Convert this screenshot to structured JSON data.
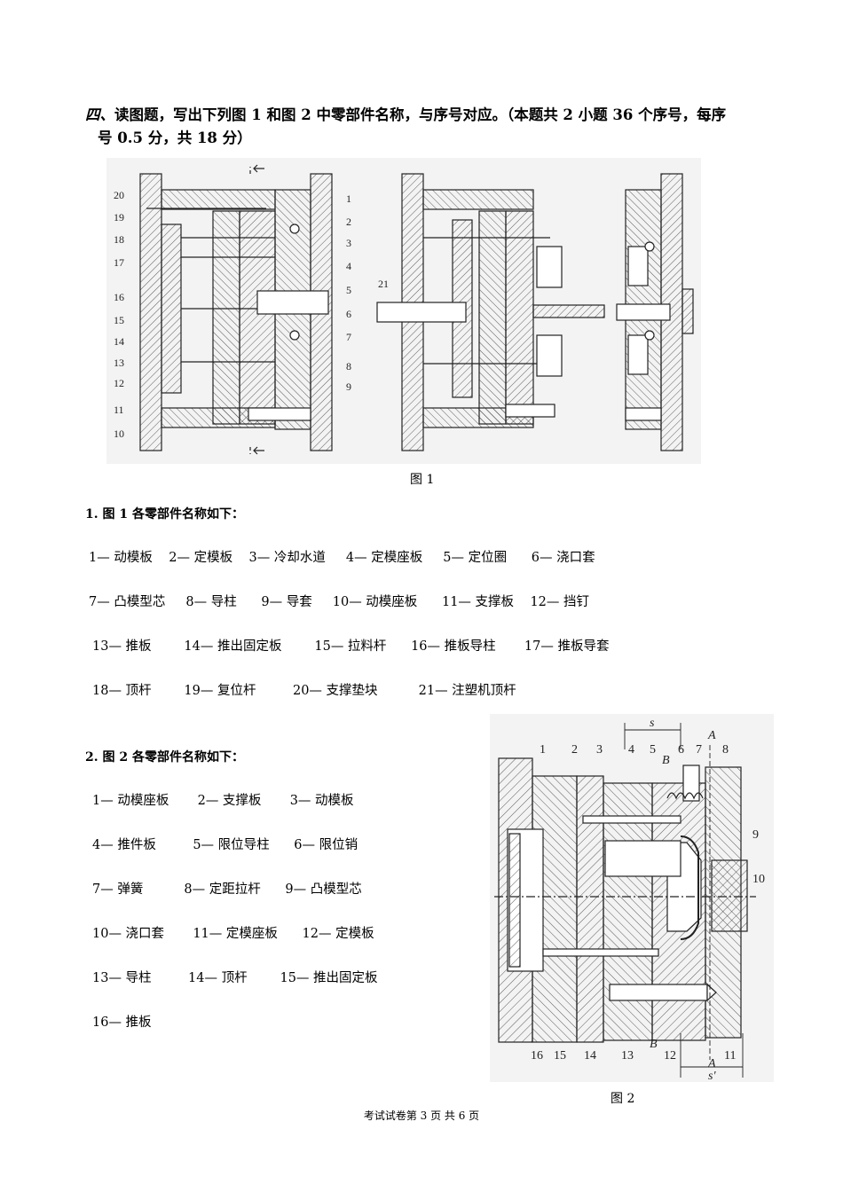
{
  "question": {
    "number": "四、",
    "text_line1": "读图题，写出下列图 1 和图 2 中零部件名称，与序号对应。（本题共 2 小题 36 个序号，每序",
    "text_line2": "号 0.5 分，共 18 分）"
  },
  "figure1": {
    "caption": "图 1",
    "callouts_left": [
      "20",
      "19",
      "18",
      "17",
      "16",
      "15",
      "14",
      "13",
      "12",
      "11",
      "10"
    ],
    "callouts_right": [
      "1",
      "2",
      "3",
      "4",
      "5",
      "6",
      "7",
      "8",
      "9"
    ],
    "callout_mid": "21"
  },
  "section1": {
    "heading": "1. 图 1 各零部件名称如下：",
    "rows": [
      "1— 动模板    2— 定模板    3— 冷却水道     4— 定模座板     5— 定位圈      6— 浇口套",
      "7— 凸模型芯     8— 导柱      9— 导套     10— 动模座板      11— 支撑板    12— 挡钉",
      "13— 推板        14— 推出固定板        15— 拉料杆      16— 推板导柱       17— 推板导套",
      "18— 顶杆        19— 复位杆         20— 支撑垫块          21— 注塑机顶杆"
    ]
  },
  "section2": {
    "heading": "2. 图 2 各零部件名称如下：",
    "rows": [
      "1— 动模座板       2— 支撑板       3— 动模板",
      "4— 推件板         5— 限位导柱      6— 限位销",
      "7— 弹簧          8— 定距拉杆      9— 凸模型芯",
      "10— 浇口套       11— 定模座板      12— 定模板",
      "13— 导柱         14— 顶杆        15— 推出固定板",
      "16— 推板"
    ]
  },
  "figure2": {
    "caption": "图 2",
    "top_labels": [
      "1",
      "2",
      "3",
      "4",
      "5",
      "6",
      "7",
      "8"
    ],
    "bottom_labels": [
      "16",
      "15",
      "14",
      "13",
      "12",
      "11"
    ],
    "right_labels": [
      "9",
      "10"
    ],
    "dim_top": "s",
    "dim_bottom": "s'",
    "section_A": "A",
    "section_B": "B"
  },
  "footer": {
    "text": "考试试卷第 3 页 共 6 页"
  }
}
